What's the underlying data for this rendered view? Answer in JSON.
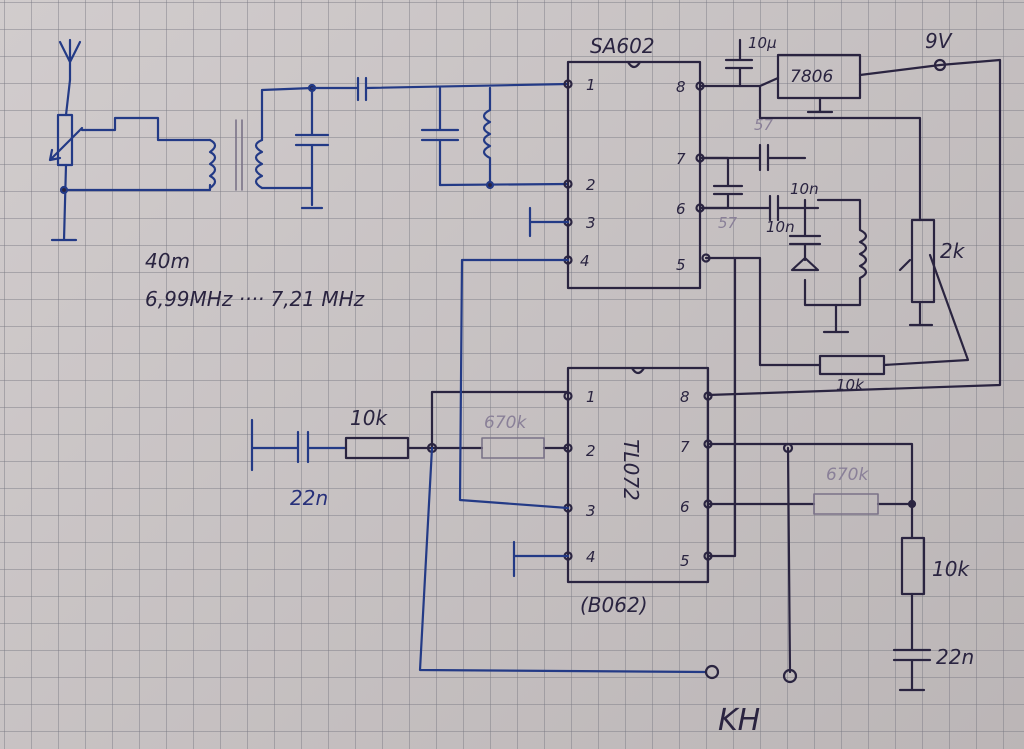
{
  "mixer_ic": {
    "name": "SA602",
    "pins_left": [
      "1",
      "2",
      "3",
      "4"
    ],
    "pins_right": [
      "8",
      "7",
      "6",
      "5"
    ]
  },
  "regulator": {
    "name": "7806",
    "supply": "9V",
    "cap": "10µ"
  },
  "oscillator": {
    "cap_top": "10n",
    "cap_bottom": "10n",
    "cap_5": "57",
    "cap_6": "57",
    "pot": "2k",
    "resistor": "10k"
  },
  "band": {
    "name": "40m",
    "range": "6,99MHz ···· 7,21 MHz"
  },
  "opamp_ic": {
    "name": "TL072",
    "alt_name": "(B062)",
    "pins_left": [
      "1",
      "2",
      "3",
      "4"
    ],
    "pins_right": [
      "8",
      "7",
      "6",
      "5"
    ]
  },
  "input_stage": {
    "cap": "22n",
    "resistor": "10k",
    "feedback": "670k"
  },
  "output_stage": {
    "feedback": "670k",
    "resistor": "10k",
    "cap": "22n"
  },
  "headphones": {
    "label": "KH"
  }
}
